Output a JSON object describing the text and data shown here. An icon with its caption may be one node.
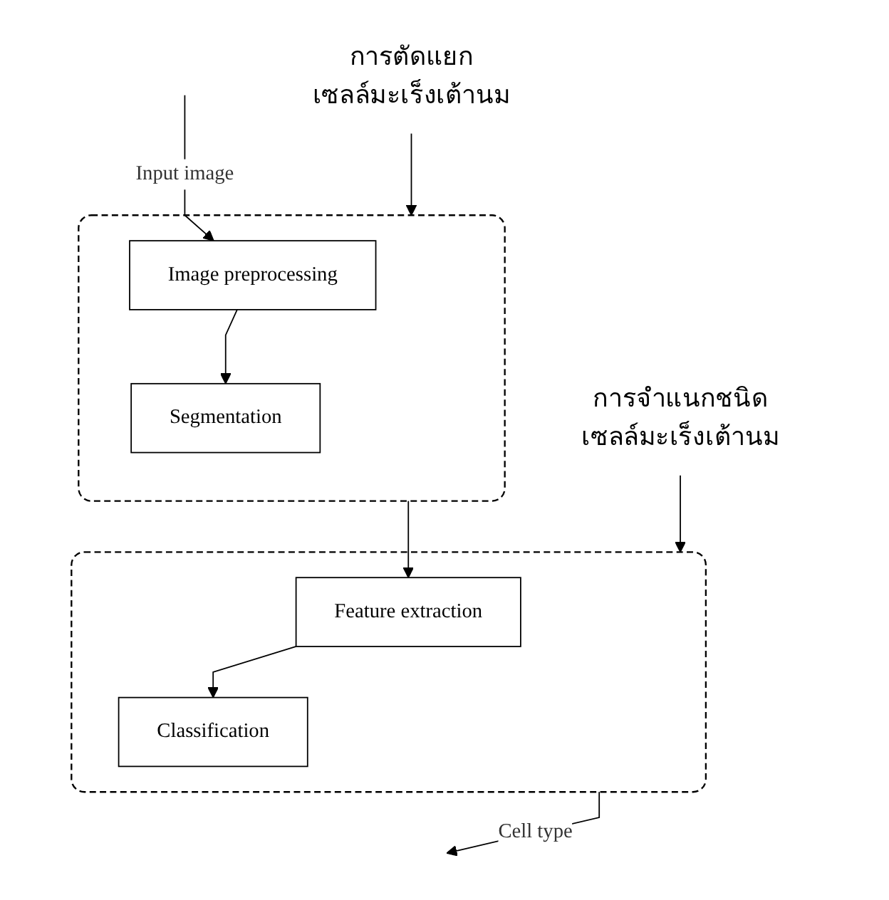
{
  "diagram": {
    "nodes": [
      {
        "text": [],
        "shape": "box"
      },
      {
        "text": [
          "Image preprocessing"
        ],
        "in": 0
      },
      {
        "text": [
          "Segmentation"
        ],
        "in": 0
      },
      {
        "text": [],
        "shape": "box"
      },
      {
        "text": [
          "Feature extraction"
        ],
        "in": 3
      },
      {
        "text": [
          "Classification"
        ],
        "in": 3
      },
      {
        "text": [
          "การตัดแยก",
          "เซลล์มะเร็งเต้านม"
        ]
      },
      {
        "text": [
          "การจำแนกชนิด",
          "เซลล์มะเร็งเต้านม"
        ]
      }
    ],
    "edges": [
      {
        "from": null,
        "to": 1,
        "arrow": "to",
        "label": "Input image"
      },
      {
        "from": 1,
        "to": 2,
        "arrow": "to"
      },
      {
        "from": 0,
        "to": 4,
        "arrow": "to"
      },
      {
        "from": 4,
        "to": 5,
        "arrow": "to"
      },
      {
        "from": 3,
        "to": null,
        "arrow": "to",
        "label": "Cell type"
      },
      {
        "from": 6,
        "to": 0,
        "arrow": "to"
      },
      {
        "from": 7,
        "to": 3,
        "arrow": "to"
      }
    ]
  }
}
